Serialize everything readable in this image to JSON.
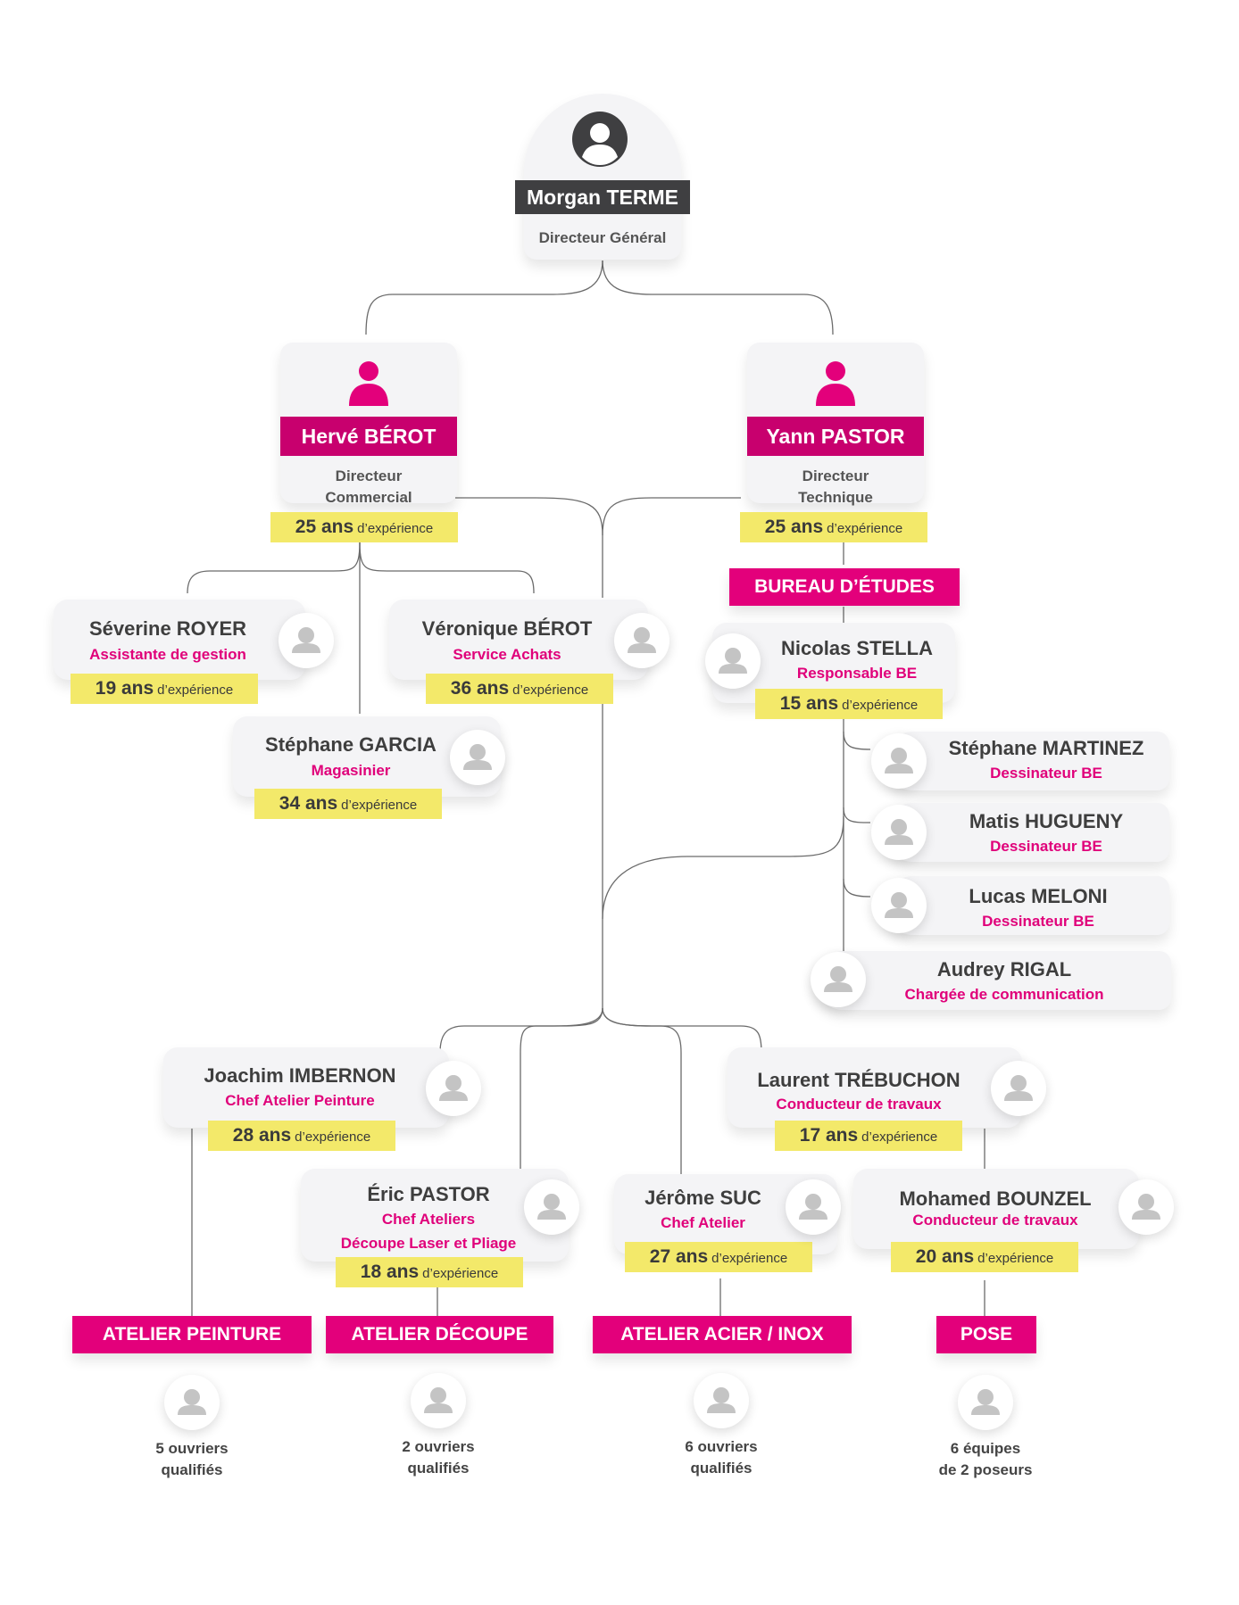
{
  "root": {
    "name": "Morgan TERME",
    "title": "Directeur Général"
  },
  "managers": [
    {
      "name": "Hervé  BÉROT",
      "title": "Directeur\nCommercial",
      "years": "25 ans",
      "exp_suffix": "d’expérience"
    },
    {
      "name": "Yann PASTOR",
      "title": "Directeur\nTechnique",
      "years": "25 ans",
      "exp_suffix": "d’expérience"
    }
  ],
  "staff": [
    {
      "name": "Séverine ROYER",
      "role": "Assistante de gestion",
      "years": "19 ans",
      "exp_suffix": "d’expérience"
    },
    {
      "name": "Véronique BÉROT",
      "role": "Service Achats",
      "years": "36 ans",
      "exp_suffix": "d’expérience"
    },
    {
      "name": "Stéphane GARCIA",
      "role": "Magasinier",
      "years": "34 ans",
      "exp_suffix": "d’expérience"
    },
    {
      "name": "Nicolas STELLA",
      "role": "Responsable BE",
      "years": "15 ans",
      "exp_suffix": "d’expérience"
    },
    {
      "name": "Stéphane MARTINEZ",
      "role": "Dessinateur BE"
    },
    {
      "name": "Matis HUGUENY",
      "role": "Dessinateur BE"
    },
    {
      "name": "Lucas MELONI",
      "role": "Dessinateur BE"
    },
    {
      "name": "Audrey RIGAL",
      "role": "Chargée de communication"
    },
    {
      "name": "Joachim IMBERNON",
      "role": "Chef Atelier Peinture",
      "years": "28 ans",
      "exp_suffix": "d’expérience"
    },
    {
      "name": "Laurent TRÉBUCHON",
      "role": "Conducteur de travaux",
      "years": "17 ans",
      "exp_suffix": "d’expérience"
    },
    {
      "name": "Éric PASTOR",
      "role": "Chef Ateliers",
      "role2": "Découpe Laser et Pliage",
      "years": "18 ans",
      "exp_suffix": "d’expérience"
    },
    {
      "name": "Jérôme SUC",
      "role": "Chef Atelier",
      "years": "27 ans",
      "exp_suffix": "d’expérience"
    },
    {
      "name": "Mohamed BOUNZEL",
      "role": "Conducteur de travaux",
      "years": "20 ans",
      "exp_suffix": "d’expérience"
    }
  ],
  "departments": [
    {
      "label": "BUREAU D’ÉTUDES"
    },
    {
      "label": "ATELIER PEINTURE",
      "workers": "5 ouvriers\nqualifiés"
    },
    {
      "label": "ATELIER DÉCOUPE",
      "workers": "2 ouvriers\nqualifiés"
    },
    {
      "label": "ATELIER ACIER / INOX",
      "workers": "6 ouvriers\nqualifiés"
    },
    {
      "label": "POSE",
      "workers": "6 équipes\nde 2 poseurs"
    }
  ],
  "colors": {
    "accent": "#e3007b",
    "accent_dark": "#c8006e",
    "highlight": "#f3e96a",
    "dark": "#3f3f41",
    "card": "#f4f4f6"
  },
  "icons": [
    "person-avatar-icon"
  ]
}
